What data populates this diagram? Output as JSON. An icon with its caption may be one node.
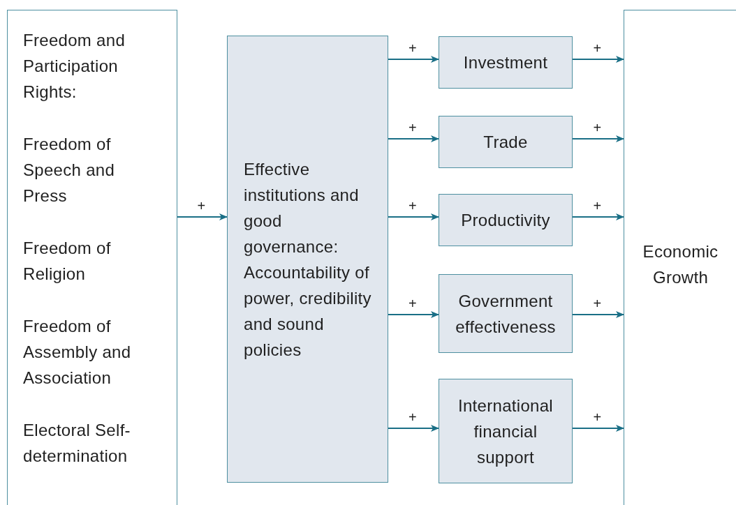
{
  "diagram": {
    "nodes": [
      {
        "text": [
          "Freedom and Participation Rights:",
          "Freedom of Speech and Press",
          "Freedom of Religion",
          "Freedom of Assembly and Association",
          "Electoral Self-determination"
        ]
      },
      {
        "text": [
          "Effective institutions and good governance: Accountability of power, credibility and sound policies"
        ]
      },
      {
        "text": [
          "Investment"
        ]
      },
      {
        "text": [
          "Trade"
        ]
      },
      {
        "text": [
          "Productivity"
        ]
      },
      {
        "text": [
          "Government effectiveness"
        ]
      },
      {
        "text": [
          "International financial support"
        ]
      },
      {
        "text": [
          "Economic Growth"
        ]
      }
    ],
    "edges": [
      {
        "from": 0,
        "to": 1,
        "arrow": "to",
        "label": "+"
      },
      {
        "from": 1,
        "to": 2,
        "arrow": "to",
        "label": "+"
      },
      {
        "from": 1,
        "to": 3,
        "arrow": "to",
        "label": "+"
      },
      {
        "from": 1,
        "to": 4,
        "arrow": "to",
        "label": "+"
      },
      {
        "from": 1,
        "to": 5,
        "arrow": "to",
        "label": "+"
      },
      {
        "from": 1,
        "to": 6,
        "arrow": "to",
        "label": "+"
      },
      {
        "from": 2,
        "to": 7,
        "arrow": "to",
        "label": "+"
      },
      {
        "from": 3,
        "to": 7,
        "arrow": "to",
        "label": "+"
      },
      {
        "from": 4,
        "to": 7,
        "arrow": "to",
        "label": "+"
      },
      {
        "from": 5,
        "to": 7,
        "arrow": "to",
        "label": "+"
      },
      {
        "from": 6,
        "to": 7,
        "arrow": "to",
        "label": "+"
      }
    ]
  }
}
